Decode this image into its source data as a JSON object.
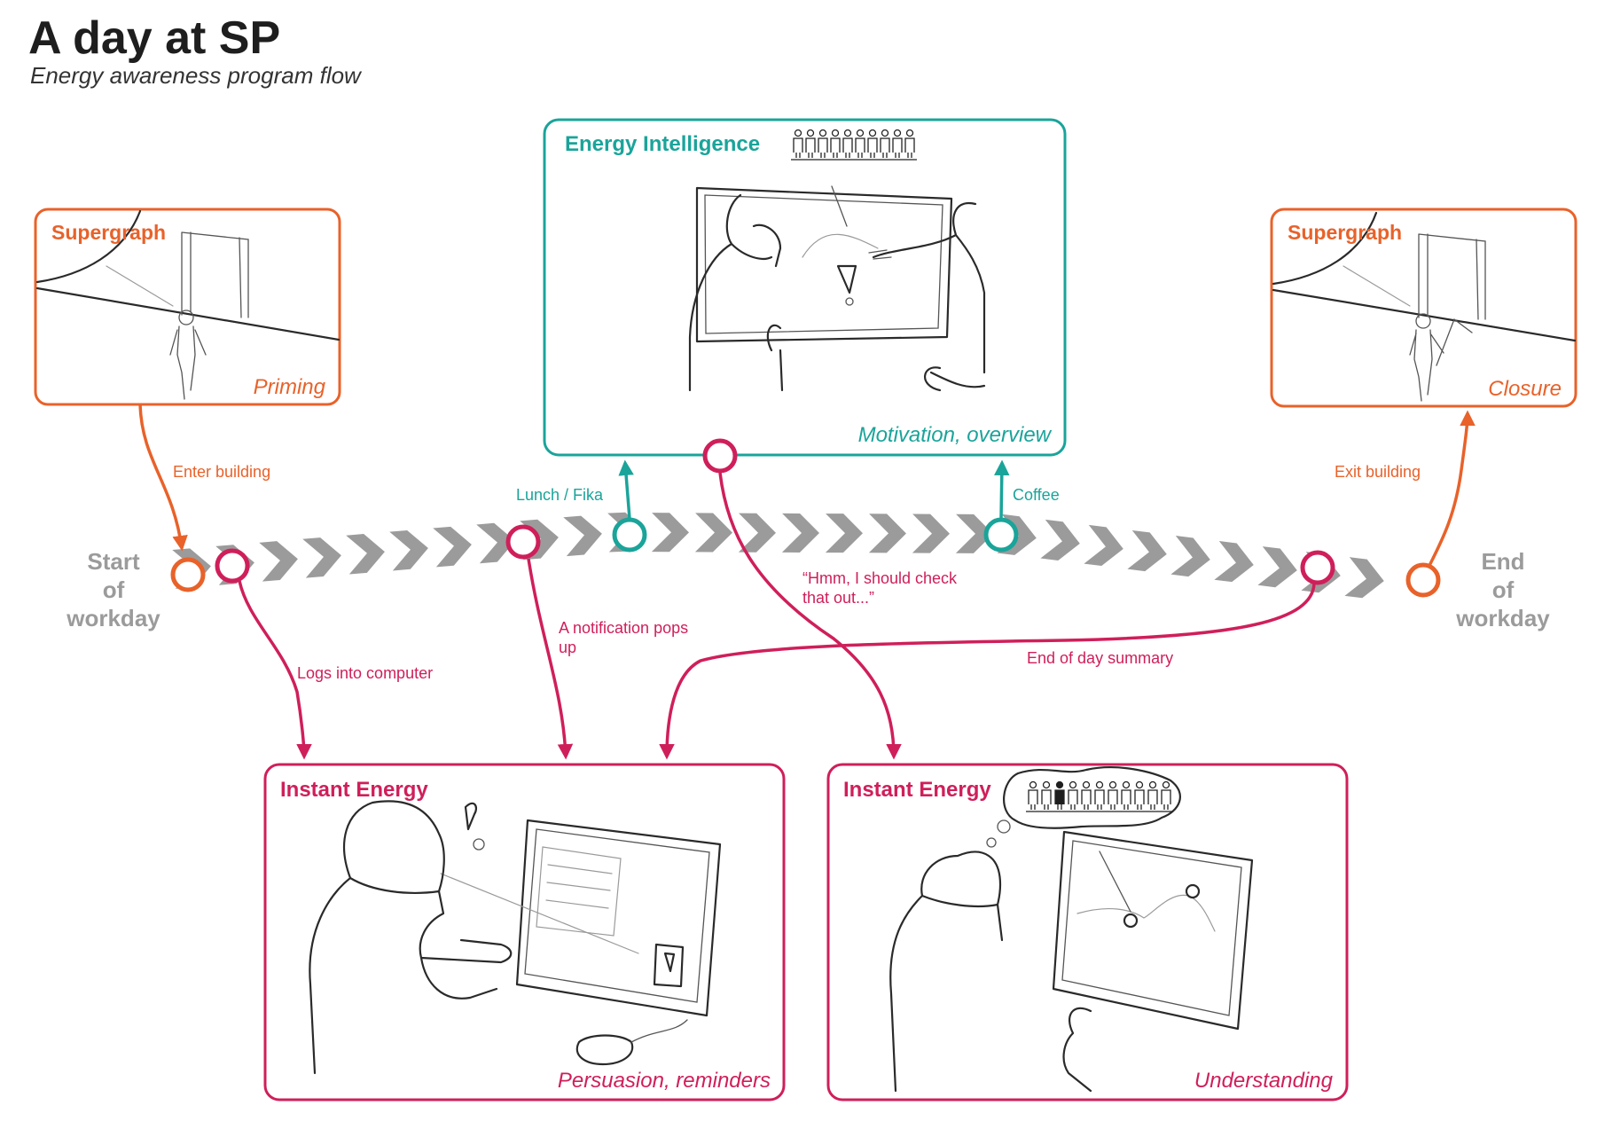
{
  "header": {
    "title": "A day at SP",
    "subtitle": "Energy awareness program flow"
  },
  "colors": {
    "orange": "#e8622a",
    "teal": "#1aa49a",
    "magenta": "#cf1f5a",
    "gray": "#9b9b9b",
    "text_dark": "#1e1e1e"
  },
  "timeline": {
    "start_label": [
      "Start",
      "of",
      "workday"
    ],
    "end_label": [
      "End",
      "of",
      "workday"
    ]
  },
  "boxes": {
    "supergraph_start": {
      "title": "Supergraph",
      "caption": "Priming"
    },
    "energy_intelligence": {
      "title": "Energy Intelligence",
      "caption": "Motivation, overview"
    },
    "supergraph_end": {
      "title": "Supergraph",
      "caption": "Closure"
    },
    "instant_energy_left": {
      "title": "Instant Energy",
      "caption": "Persuasion, reminders"
    },
    "instant_energy_right": {
      "title": "Instant Energy",
      "caption": "Understanding"
    }
  },
  "labels": {
    "enter_building": "Enter building",
    "exit_building": "Exit building",
    "lunch_fika": "Lunch / Fika",
    "coffee": "Coffee",
    "logs_into_computer": "Logs into computer",
    "notification_line1": "A notification pops",
    "notification_line2": "up",
    "hmm_line1": "“Hmm, I should check",
    "hmm_line2": "that out...”",
    "end_of_day_summary": "End of day summary"
  }
}
